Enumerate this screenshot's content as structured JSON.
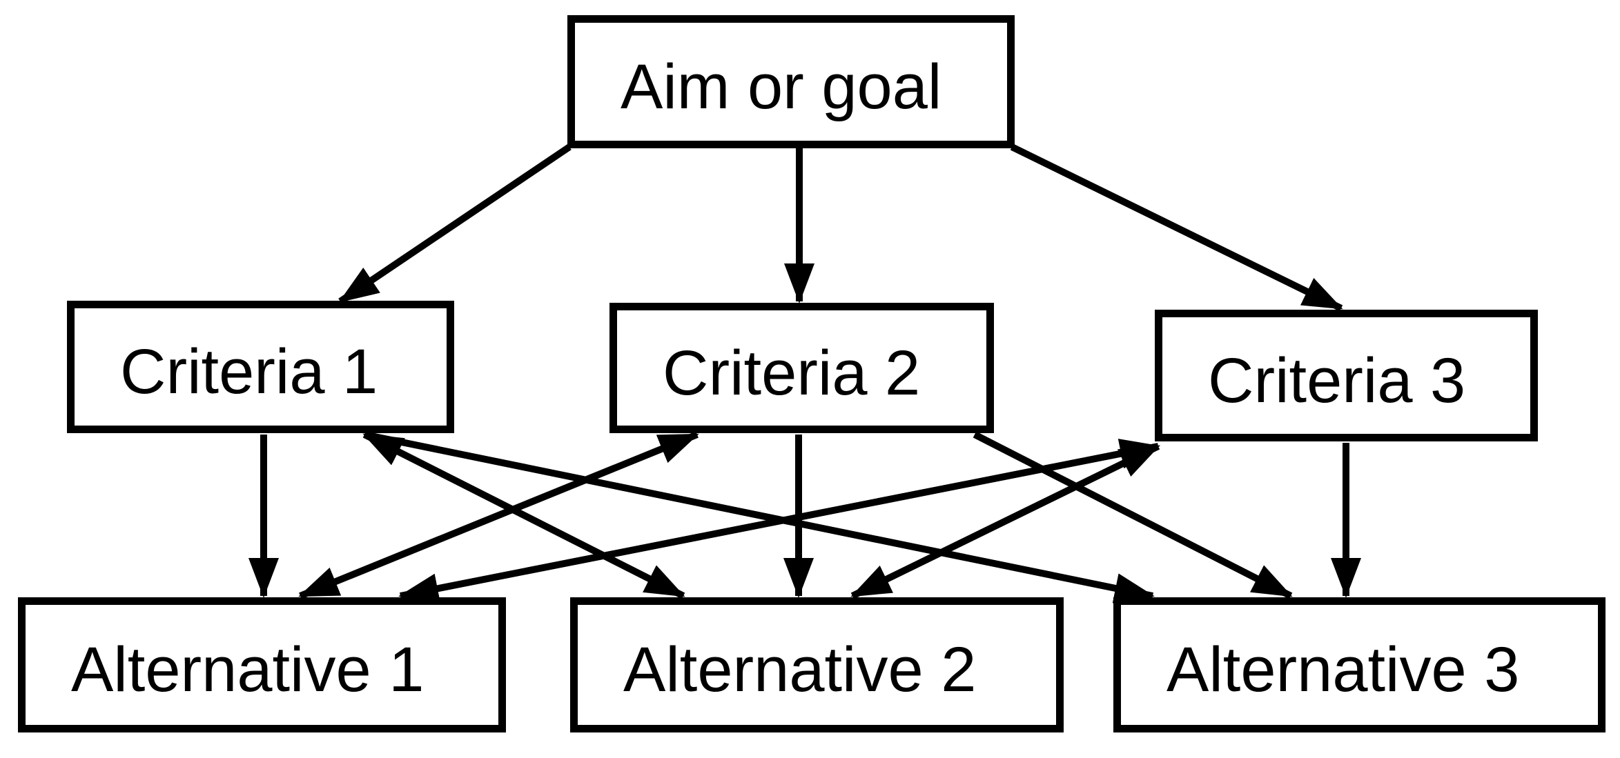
{
  "diagram": {
    "type": "hierarchy",
    "background_color": "#ffffff",
    "line_color": "#000000",
    "box_fill_color": "#ffffff",
    "box_border_color": "#000000",
    "nodes": [
      {
        "id": "goal",
        "label": "Aim or goal",
        "level": "top"
      },
      {
        "id": "c1",
        "label": "Criteria 1",
        "level": "middle"
      },
      {
        "id": "c2",
        "label": "Criteria 2",
        "level": "middle"
      },
      {
        "id": "c3",
        "label": "Criteria 3",
        "level": "middle"
      },
      {
        "id": "a1",
        "label": "Alternative 1",
        "level": "bottom"
      },
      {
        "id": "a2",
        "label": "Alternative 2",
        "level": "bottom"
      },
      {
        "id": "a3",
        "label": "Alternative 3",
        "level": "bottom"
      }
    ],
    "edges": [
      {
        "from": "goal",
        "to": "c1",
        "double_headed": false
      },
      {
        "from": "goal",
        "to": "c2",
        "double_headed": false
      },
      {
        "from": "goal",
        "to": "c3",
        "double_headed": false
      },
      {
        "from": "c1",
        "to": "a1",
        "double_headed": false
      },
      {
        "from": "c1",
        "to": "a2",
        "double_headed": true
      },
      {
        "from": "c1",
        "to": "a3",
        "double_headed": false
      },
      {
        "from": "c2",
        "to": "a1",
        "double_headed": true
      },
      {
        "from": "c2",
        "to": "a2",
        "double_headed": false
      },
      {
        "from": "c2",
        "to": "a3",
        "double_headed": false
      },
      {
        "from": "c3",
        "to": "a1",
        "double_headed": true
      },
      {
        "from": "c3",
        "to": "a2",
        "double_headed": true
      },
      {
        "from": "c3",
        "to": "a3",
        "double_headed": false
      }
    ]
  }
}
